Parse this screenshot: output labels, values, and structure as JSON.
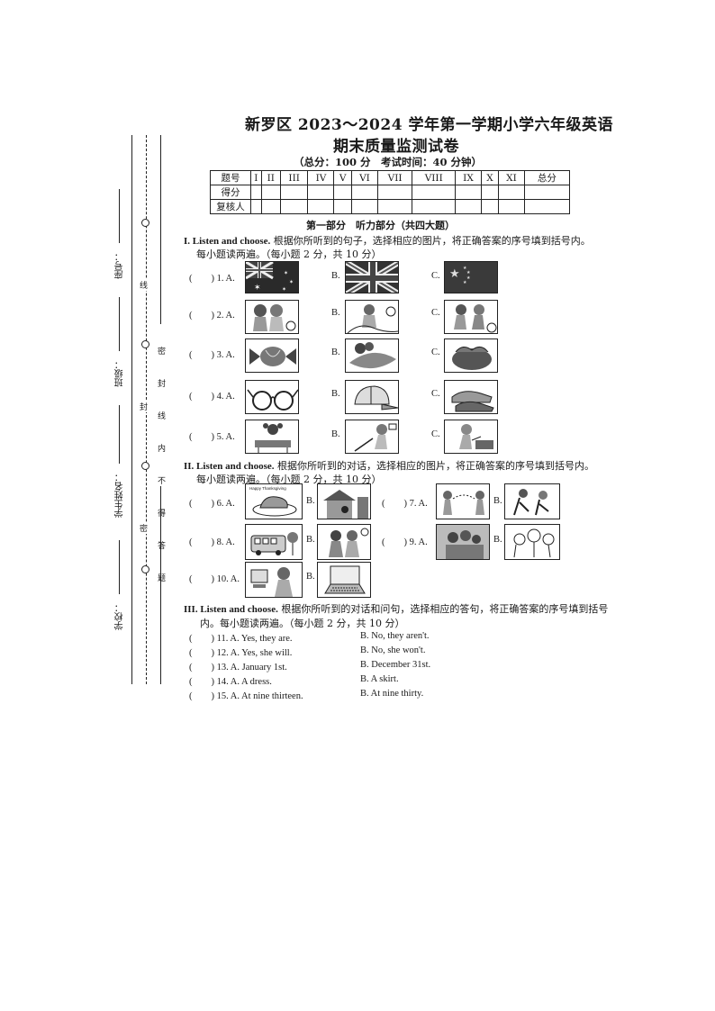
{
  "header": {
    "title_line1": "新罗区 2023～2024 学年第一学期小学六年级英语",
    "title_line2": "期末质量监测试卷",
    "meta": "（总分：100 分　考试时间：40 分钟）"
  },
  "score_table": {
    "headers": [
      "题号",
      "I",
      "II",
      "III",
      "IV",
      "V",
      "VI",
      "VII",
      "VIII",
      "IX",
      "X",
      "XI",
      "总分"
    ],
    "rows": [
      "得分",
      "复核人"
    ]
  },
  "binding_margin": {
    "seat_no": "座号：",
    "class": "班级：",
    "student_name": "学生姓名：",
    "school": "学校：",
    "seal_text": "密　封　线　内　不　得　答　题",
    "mi": "密",
    "feng": "封",
    "xian": "线"
  },
  "part1_heading": "第一部分　听力部分（共四大题）",
  "section1": {
    "label": "I. Listen and choose.",
    "instruction": "根据你所听到的句子，选择相应的图片，将正确答案的序号填到括号内。",
    "instruction2": "每小题读两遍。（每小题 2 分，共 10 分）",
    "items": [
      {
        "num": "(　　) 1. A.",
        "pics": [
          "australia-flag",
          "uk-flag",
          "china-flag"
        ]
      },
      {
        "num": "(　　) 2. A.",
        "pics": [
          "girls-playing",
          "boy-on-rock",
          "kids-football"
        ]
      },
      {
        "num": "(　　) 3. A.",
        "pics": [
          "candy",
          "fruit-basket",
          "cabbage"
        ]
      },
      {
        "num": "(　　) 4. A.",
        "pics": [
          "glasses",
          "cap",
          "shoes"
        ]
      },
      {
        "num": "(　　) 5. A.",
        "pics": [
          "girl-at-desk",
          "boy-cleaning",
          "boy-cooking"
        ]
      }
    ]
  },
  "section2": {
    "label": "II. Listen and choose.",
    "instruction": "根据你所听到的对话，选择相应的图片，将正确答案的序号填到括号内。",
    "instruction2": "每小题读两遍。（每小题 2 分，共 10 分）",
    "happy_text": "Happy Thanksgiving",
    "items": [
      {
        "num": "(　　) 6. A."
      },
      {
        "num": "(　　) 7. A."
      },
      {
        "num": "(　　) 8. A."
      },
      {
        "num": "(　　) 9. A."
      },
      {
        "num": "(　　) 10. A."
      }
    ]
  },
  "section3": {
    "label": "III. Listen and choose.",
    "instruction": "根据你所听到的对话和问句，选择相应的答句，将正确答案的序号填到括号",
    "instruction2": "内。每小题读两遍。（每小题 2 分，共 10 分）",
    "items": [
      {
        "a": "(　　) 11. A. Yes, they are.",
        "b": "B. No, they aren't."
      },
      {
        "a": "(　　) 12. A. Yes, she will.",
        "b": "B. No, she won't."
      },
      {
        "a": "(　　) 13. A. January 1st.",
        "b": "B. December 31st."
      },
      {
        "a": "(　　) 14. A. A dress.",
        "b": "B. A skirt."
      },
      {
        "a": "(　　) 15. A. At nine thirteen.",
        "b": "B. At nine thirty."
      }
    ]
  },
  "labels": {
    "b": "B.",
    "c": "C."
  }
}
